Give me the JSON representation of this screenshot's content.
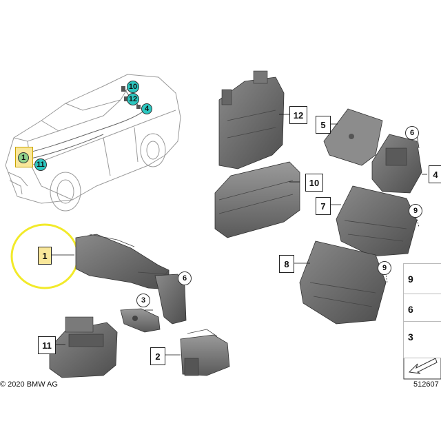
{
  "callouts": {
    "c1": "1",
    "c2": "2",
    "c3": "3",
    "c4": "4",
    "c5": "5",
    "c6a": "6",
    "c6b": "6",
    "c7": "7",
    "c8": "8",
    "c9a": "9",
    "c9b": "9",
    "c10": "10",
    "c11": "11",
    "c12": "12"
  },
  "car_markers": {
    "m1": "1",
    "m11": "11",
    "m10": "10",
    "m12": "12",
    "m4": "4"
  },
  "legend": [
    "9",
    "6",
    "3"
  ],
  "copyright": "© 2020 BMW AG",
  "diagram_number": "512607",
  "colors": {
    "highlight_circle": "#f2ea2a",
    "highlight_label": "#f9e79a",
    "marker_teal": "#2cc7c0",
    "marker_green": "#8fd08a",
    "part_gray": "#6e6e6e"
  }
}
